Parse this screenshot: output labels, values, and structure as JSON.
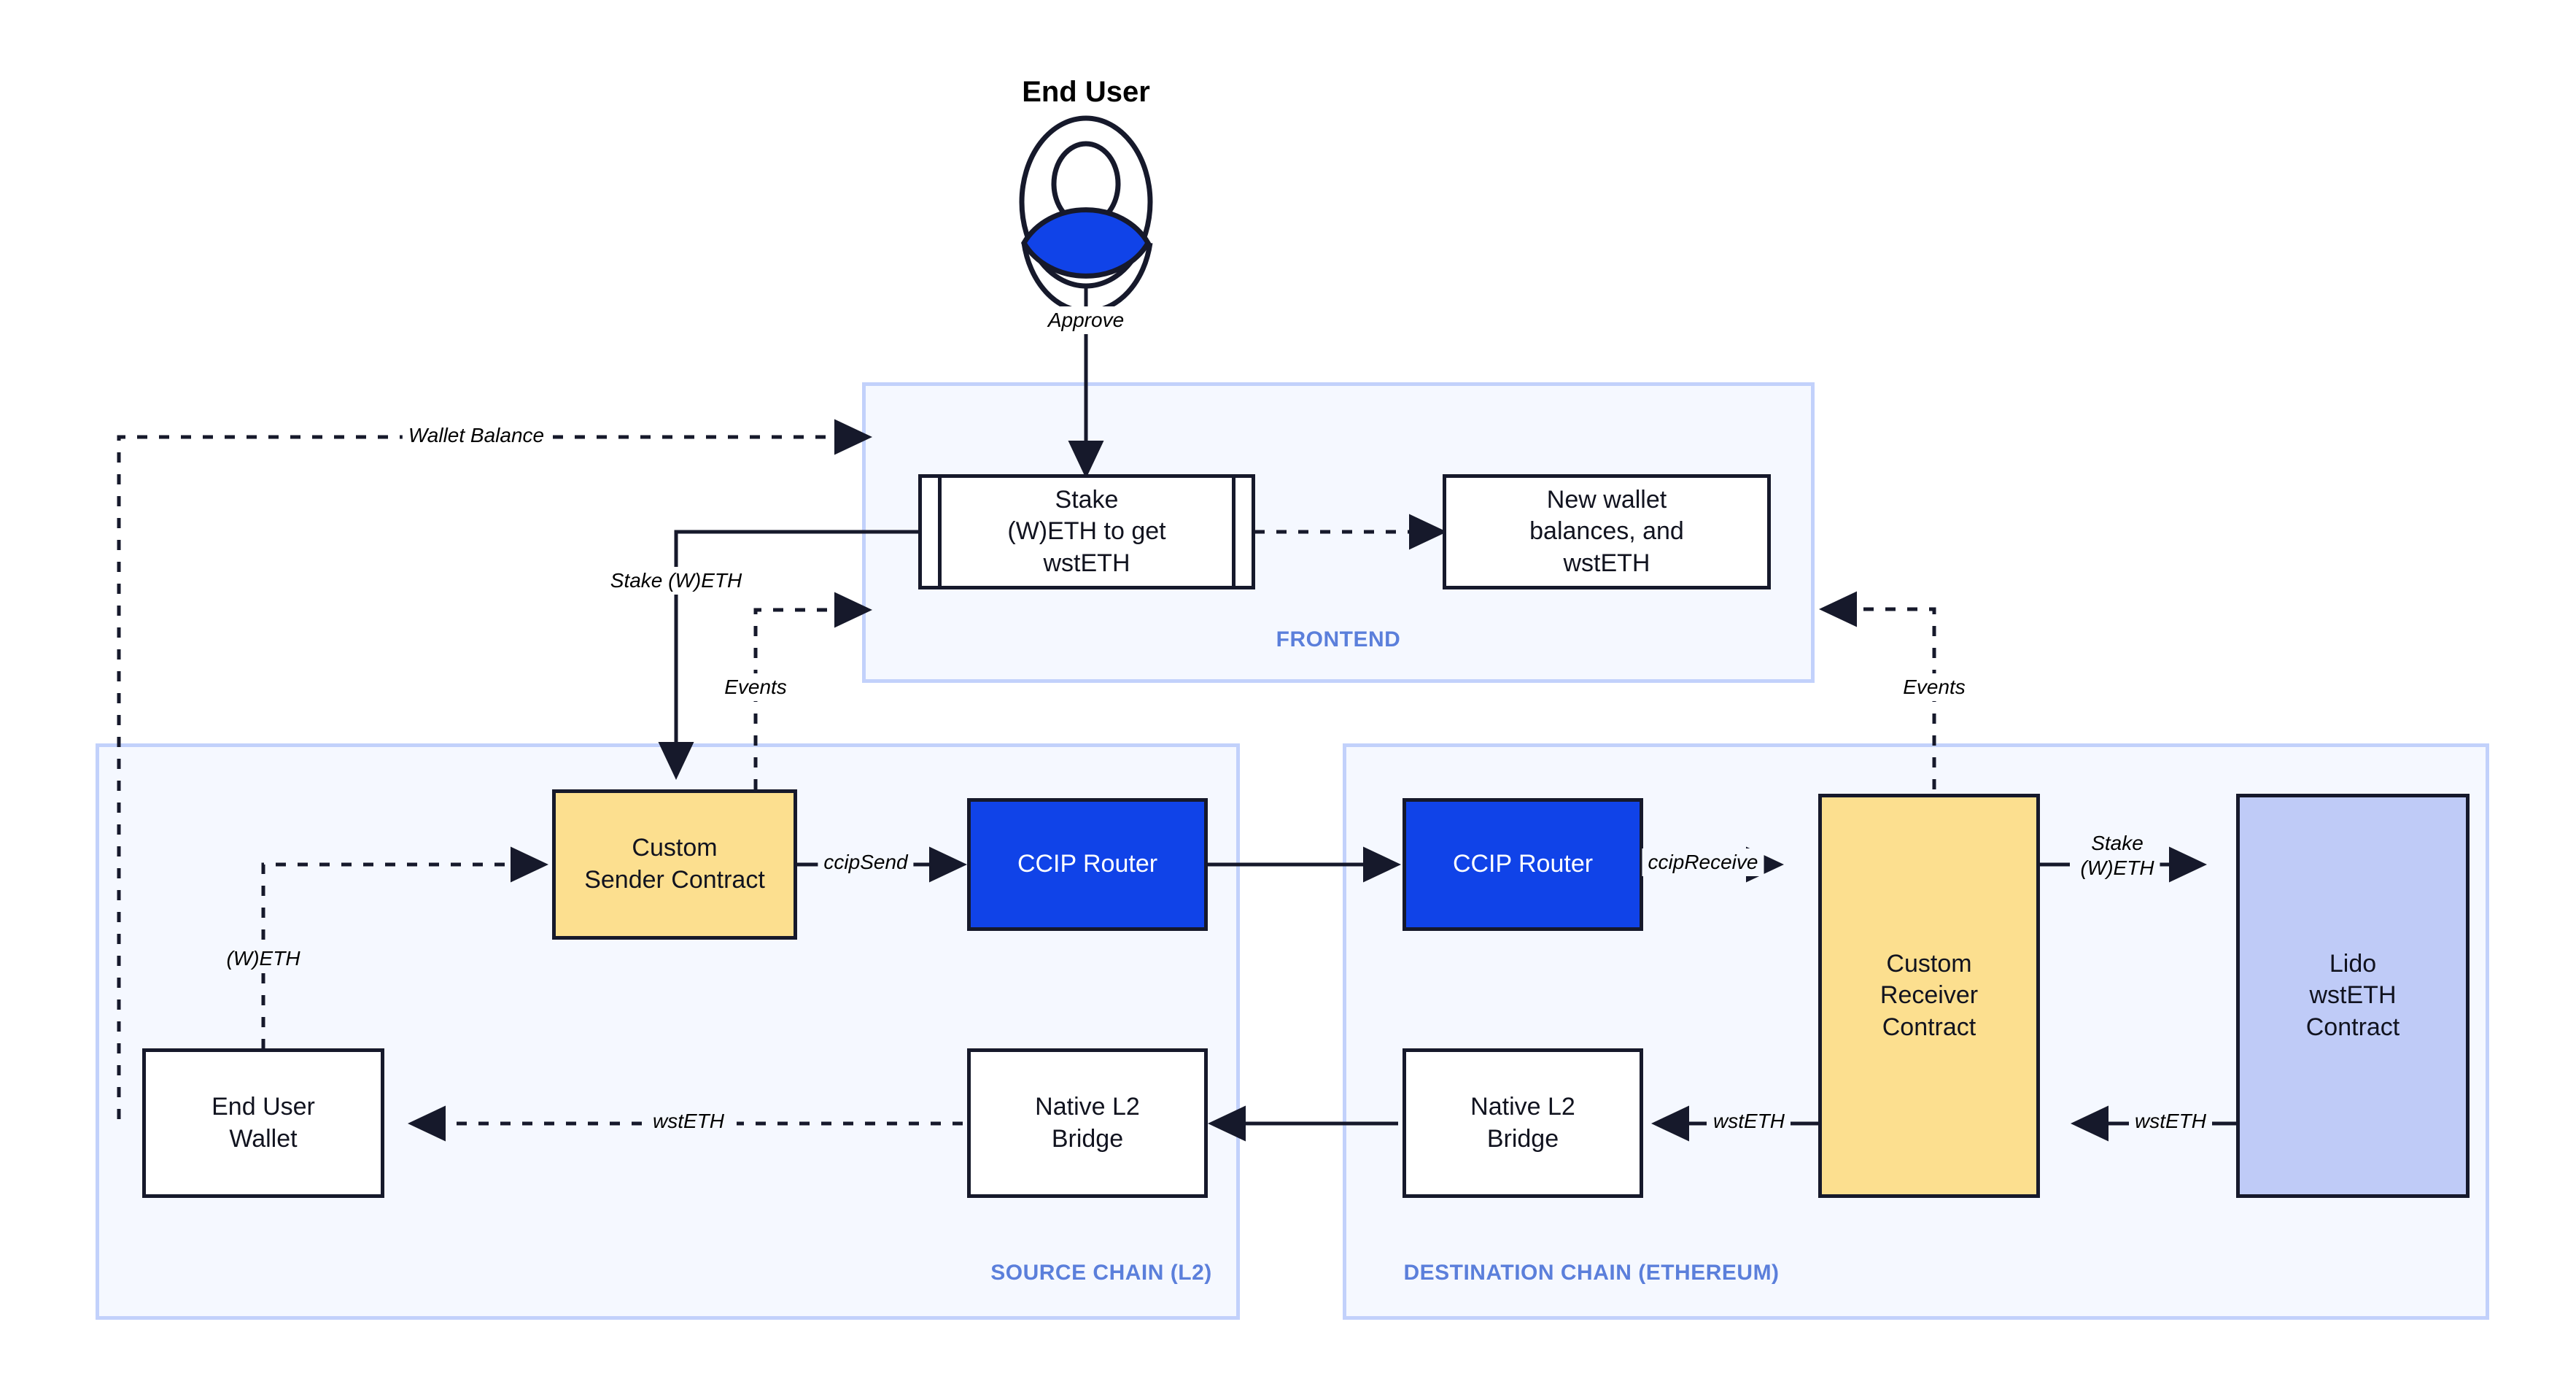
{
  "diagram": {
    "title": "CCIP cross-chain wstETH staking architecture",
    "colors": {
      "group_fill": "#f5f8ff",
      "group_border": "#c2d1fb",
      "group_label": "#5b7fdb",
      "node_border": "#16192b",
      "node_fill": "#ffffff",
      "contract_fill": "#fcdf8f",
      "router_fill": "#1043e8",
      "router_text": "#ffffff",
      "lido_fill": "#bfcbf7",
      "actor_accent": "#1043e8"
    }
  },
  "actor": {
    "label": "End User",
    "icon": "user-avatar-icon"
  },
  "groups": [
    {
      "id": "frontend",
      "label": "FRONTEND"
    },
    {
      "id": "source",
      "label": "SOURCE CHAIN (L2)"
    },
    {
      "id": "destination",
      "label": "DESTINATION CHAIN (ETHEREUM)"
    }
  ],
  "nodes": {
    "stake_action": {
      "label": "Stake\n(W)ETH to get\nwstETH",
      "group": "frontend",
      "shape": "predefined-process",
      "fill": "white"
    },
    "new_balances": {
      "label": "New wallet\nbalances, and\nwstETH",
      "group": "frontend",
      "shape": "rect",
      "fill": "white"
    },
    "sender_contract": {
      "label": "Custom\nSender Contract",
      "group": "source",
      "shape": "rect",
      "fill": "yellow"
    },
    "router_source": {
      "label": "CCIP Router",
      "group": "source",
      "shape": "rect",
      "fill": "blue"
    },
    "end_user_wallet": {
      "label": "End User\nWallet",
      "group": "source",
      "shape": "rect",
      "fill": "white"
    },
    "bridge_source": {
      "label": "Native L2\nBridge",
      "group": "source",
      "shape": "rect",
      "fill": "white"
    },
    "router_dest": {
      "label": "CCIP Router",
      "group": "destination",
      "shape": "rect",
      "fill": "blue"
    },
    "bridge_dest": {
      "label": "Native L2\nBridge",
      "group": "destination",
      "shape": "rect",
      "fill": "white"
    },
    "receiver_contract": {
      "label": "Custom\nReceiver\nContract",
      "group": "destination",
      "shape": "rect",
      "fill": "yellow"
    },
    "lido_contract": {
      "label": "Lido\nwstETH\nContract",
      "group": "destination",
      "shape": "rect",
      "fill": "lilac"
    }
  },
  "edges": [
    {
      "id": "approve",
      "label": "Approve",
      "from": "actor",
      "to": "stake_action",
      "style": "solid"
    },
    {
      "id": "wallet-balance",
      "label": "Wallet Balance",
      "from": "end_user_wallet",
      "to": "frontend",
      "style": "dashed"
    },
    {
      "id": "stake-weth",
      "label": "Stake (W)ETH",
      "from": "stake_action",
      "to": "sender_contract",
      "style": "solid"
    },
    {
      "id": "events-source",
      "label": "Events",
      "from": "sender_contract",
      "to": "frontend",
      "style": "dashed"
    },
    {
      "id": "new-balances",
      "label": "",
      "from": "stake_action",
      "to": "new_balances",
      "style": "dashed"
    },
    {
      "id": "weth",
      "label": "(W)ETH",
      "from": "end_user_wallet",
      "to": "sender_contract",
      "style": "dashed"
    },
    {
      "id": "ccipsend",
      "label": "ccipSend",
      "from": "sender_contract",
      "to": "router_source",
      "style": "solid"
    },
    {
      "id": "cross-chain",
      "label": "",
      "from": "router_source",
      "to": "router_dest",
      "style": "solid"
    },
    {
      "id": "ccipreceive",
      "label": "ccipReceive",
      "from": "router_dest",
      "to": "receiver_contract",
      "style": "solid"
    },
    {
      "id": "stake-weth-dest",
      "label": "Stake\n(W)ETH",
      "from": "receiver_contract",
      "to": "lido_contract",
      "style": "solid"
    },
    {
      "id": "wsteth-lido",
      "label": "wstETH",
      "from": "lido_contract",
      "to": "receiver_contract",
      "style": "solid"
    },
    {
      "id": "wsteth-bridge",
      "label": "wstETH",
      "from": "receiver_contract",
      "to": "bridge_dest",
      "style": "solid"
    },
    {
      "id": "bridge-cross",
      "label": "",
      "from": "bridge_dest",
      "to": "bridge_source",
      "style": "solid"
    },
    {
      "id": "wsteth-wallet",
      "label": "wstETH",
      "from": "bridge_source",
      "to": "end_user_wallet",
      "style": "dashed"
    },
    {
      "id": "events-dest",
      "label": "Events",
      "from": "receiver_contract",
      "to": "frontend",
      "style": "dashed"
    }
  ]
}
